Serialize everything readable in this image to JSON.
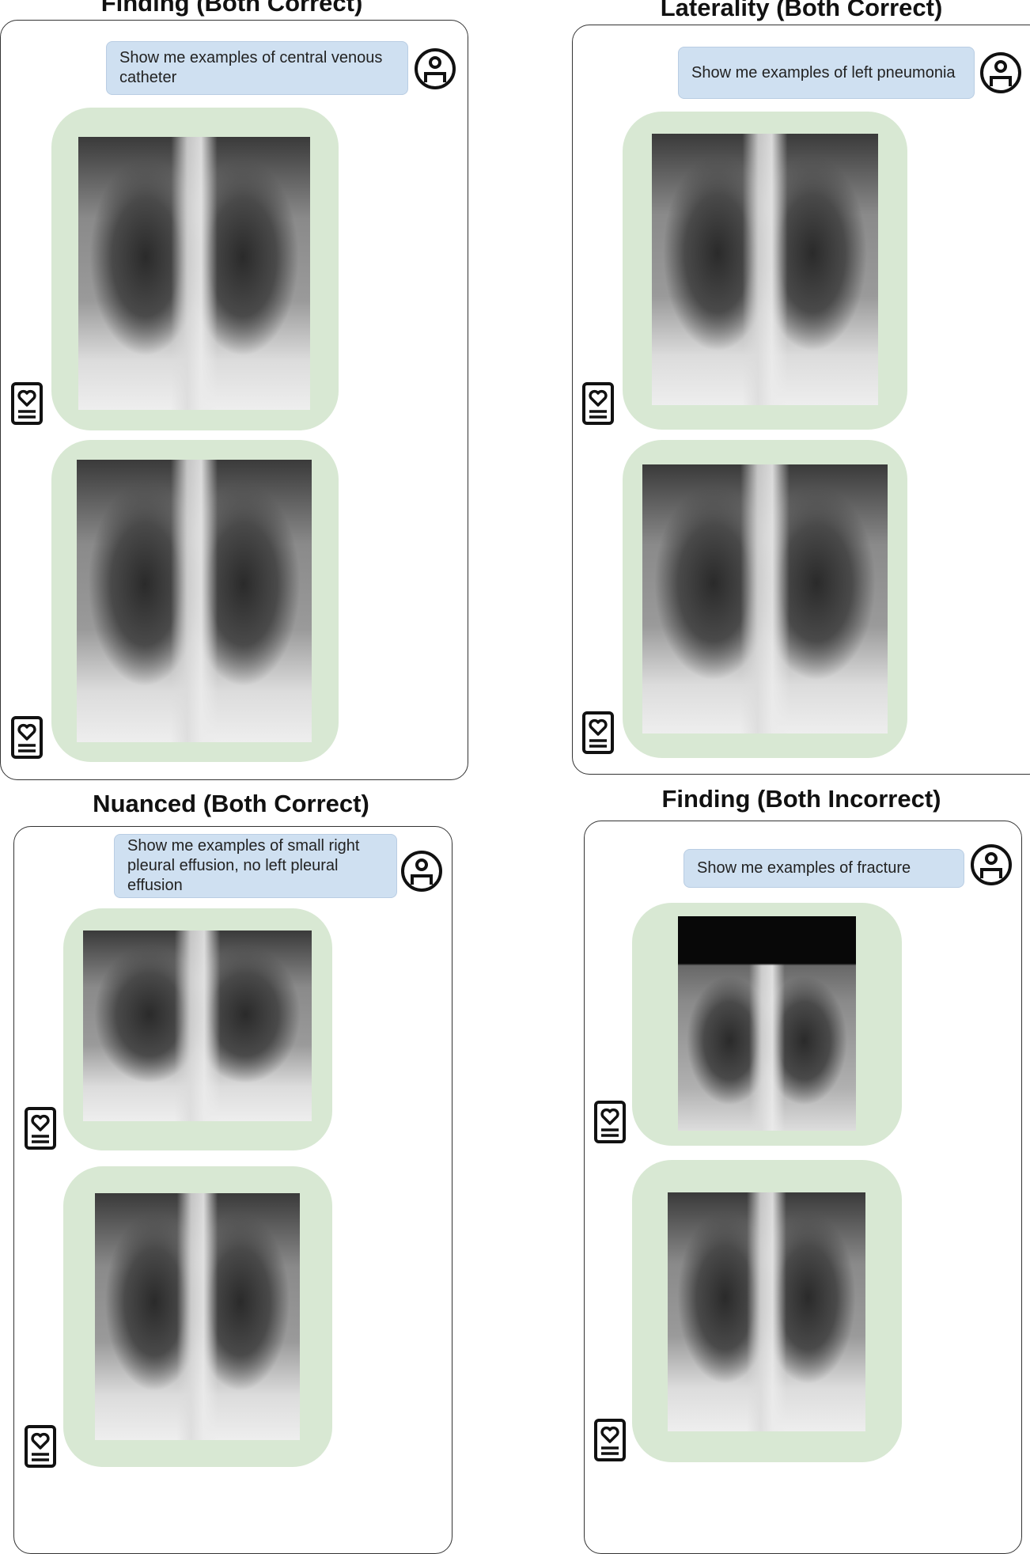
{
  "panels": [
    {
      "title": "Finding (Both Correct)",
      "query": "Show me examples of central venous catheter",
      "results": [
        {
          "type": "chest-xray"
        },
        {
          "type": "chest-xray"
        }
      ]
    },
    {
      "title": "Laterality (Both Correct)",
      "query": "Show me examples of left pneumonia",
      "results": [
        {
          "type": "chest-xray"
        },
        {
          "type": "chest-xray"
        }
      ]
    },
    {
      "title": "Nuanced (Both Correct)",
      "query": "Show me examples of small right pleural effusion, no left pleural effusion",
      "results": [
        {
          "type": "chest-xray"
        },
        {
          "type": "chest-xray"
        }
      ]
    },
    {
      "title": "Finding (Both Incorrect)",
      "query": "Show me examples of fracture",
      "results": [
        {
          "type": "chest-xray"
        },
        {
          "type": "chest-xray"
        }
      ]
    }
  ],
  "icons": {
    "user": "user-avatar-icon",
    "result": "medical-report-icon"
  },
  "colors": {
    "query_bubble": "#cfe0f1",
    "result_card": "#d8e8d3",
    "border": "#333333"
  }
}
